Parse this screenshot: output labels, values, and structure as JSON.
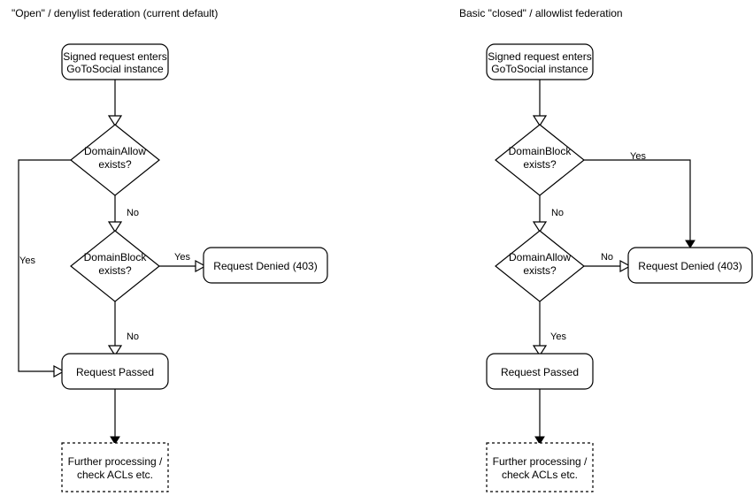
{
  "diagram": {
    "type": "flowchart",
    "background": "#ffffff",
    "stroke_color": "#000000",
    "text_color": "#000000"
  },
  "panels": [
    {
      "id": "open-denylist",
      "title": "\"Open\" / denylist federation (current default)",
      "nodes": {
        "start": "Signed request enters\nGoToSocial instance",
        "start_line1": "Signed request enters",
        "start_line2": "GoToSocial instance",
        "decision1_line1": "DomainAllow",
        "decision1_line2": "exists?",
        "decision2_line1": "DomainBlock",
        "decision2_line2": "exists?",
        "denied": "Request Denied (403)",
        "passed": "Request Passed",
        "further_line1": "Further processing /",
        "further_line2": "check ACLs etc."
      },
      "edges": {
        "allow_yes": "Yes",
        "allow_no": "No",
        "block_yes": "Yes",
        "block_no": "No"
      }
    },
    {
      "id": "closed-allowlist",
      "title": "Basic \"closed\" / allowlist federation",
      "nodes": {
        "start_line1": "Signed request enters",
        "start_line2": "GoToSocial instance",
        "decision1_line1": "DomainBlock",
        "decision1_line2": "exists?",
        "decision2_line1": "DomainAllow",
        "decision2_line2": "exists?",
        "denied": "Request Denied (403)",
        "passed": "Request Passed",
        "further_line1": "Further processing /",
        "further_line2": "check ACLs etc."
      },
      "edges": {
        "block_yes": "Yes",
        "block_no": "No",
        "allow_no": "No",
        "allow_yes": "Yes"
      }
    }
  ]
}
